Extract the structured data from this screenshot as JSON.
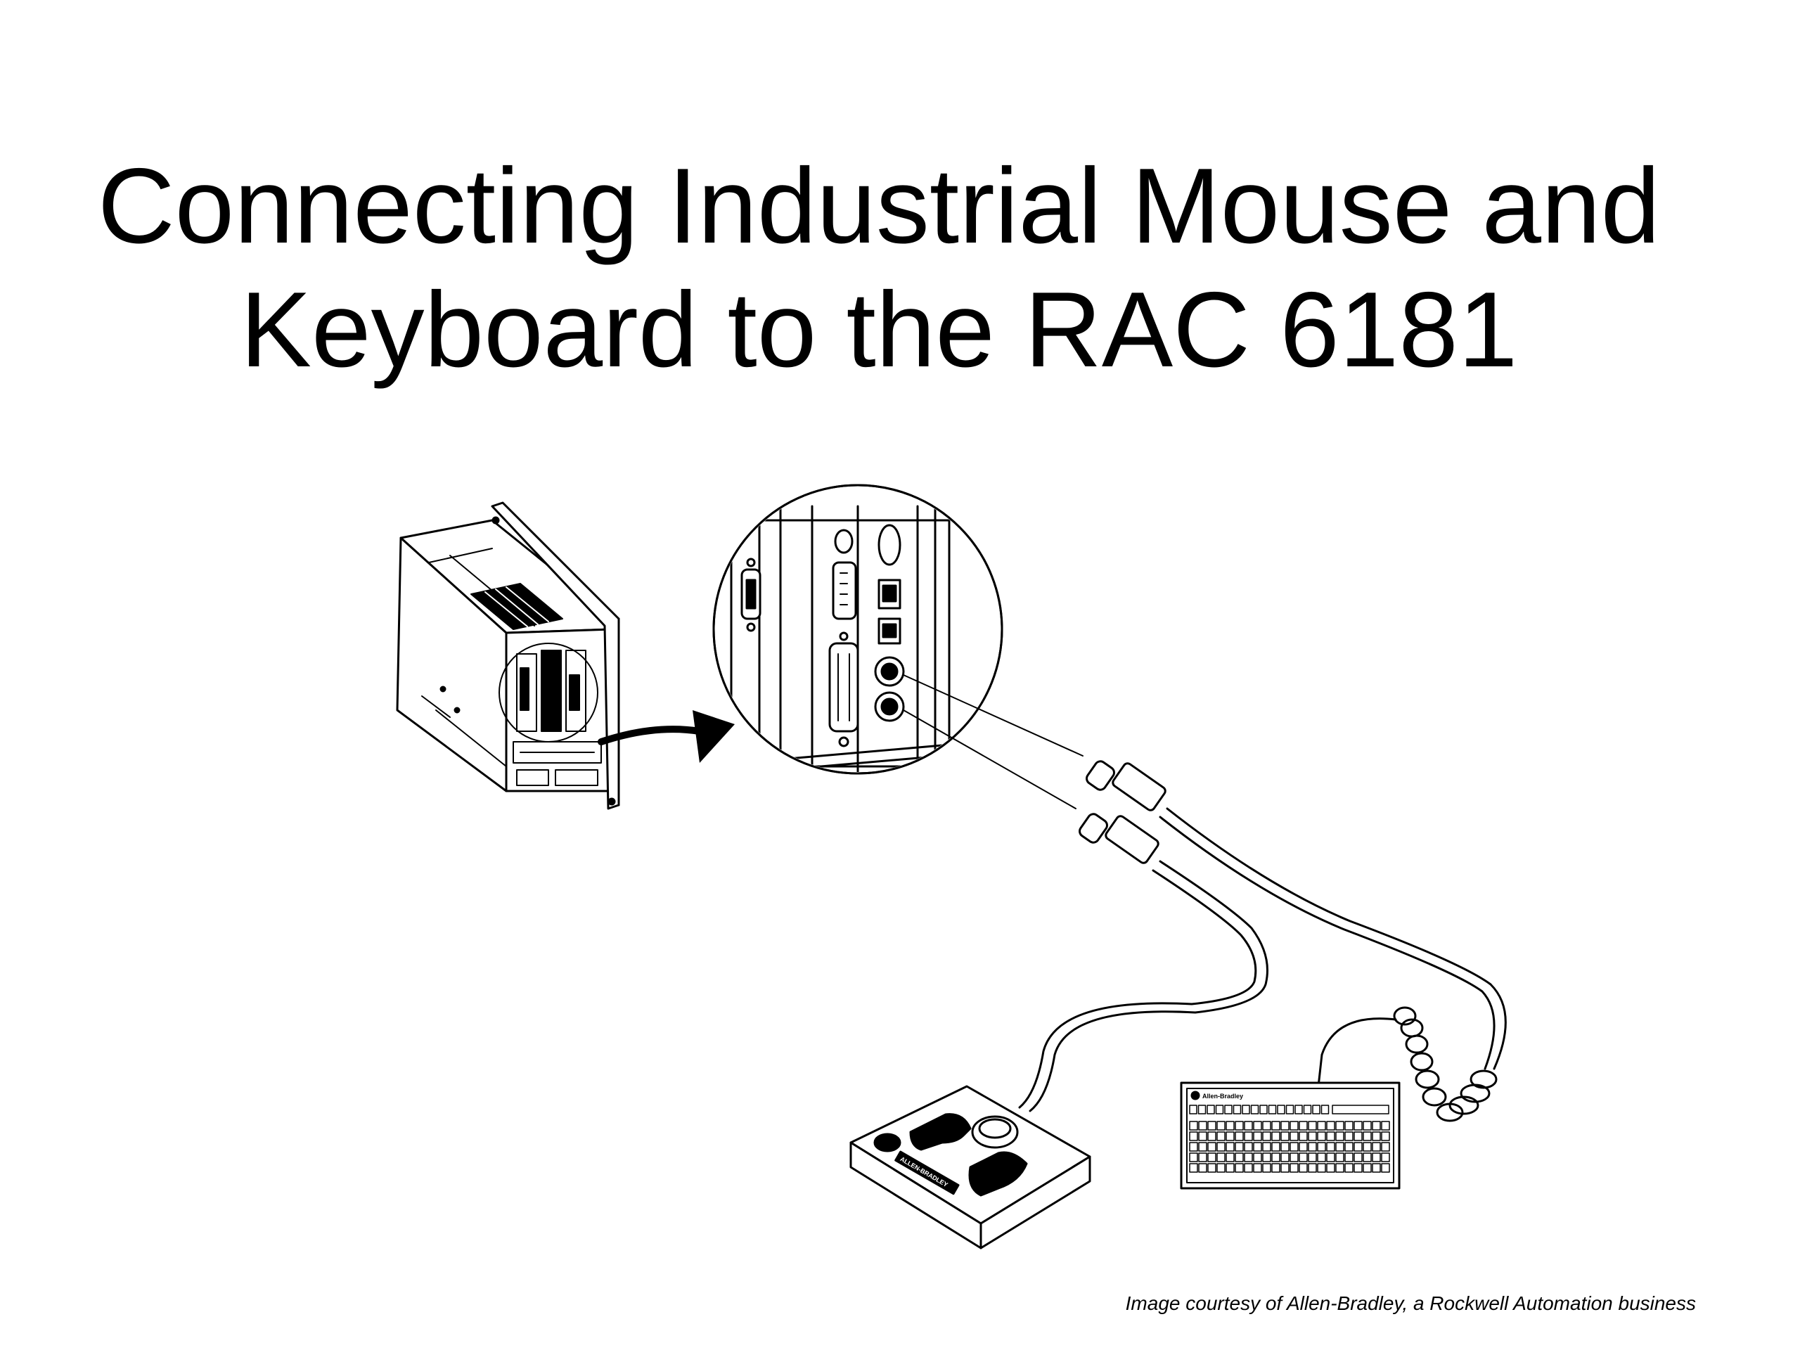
{
  "slide": {
    "title_line1": "Connecting Industrial Mouse and",
    "title_line2": "Keyboard to the RAC 6181",
    "caption": "Image courtesy of Allen-Bradley, a Rockwell Automation business"
  },
  "illustration": {
    "keyboard_logo_text": "Allen-Bradley",
    "mouse_logo_text": "ALLEN-BRADLEY",
    "stroke_color": "#000000",
    "fill_color": "#ffffff"
  }
}
